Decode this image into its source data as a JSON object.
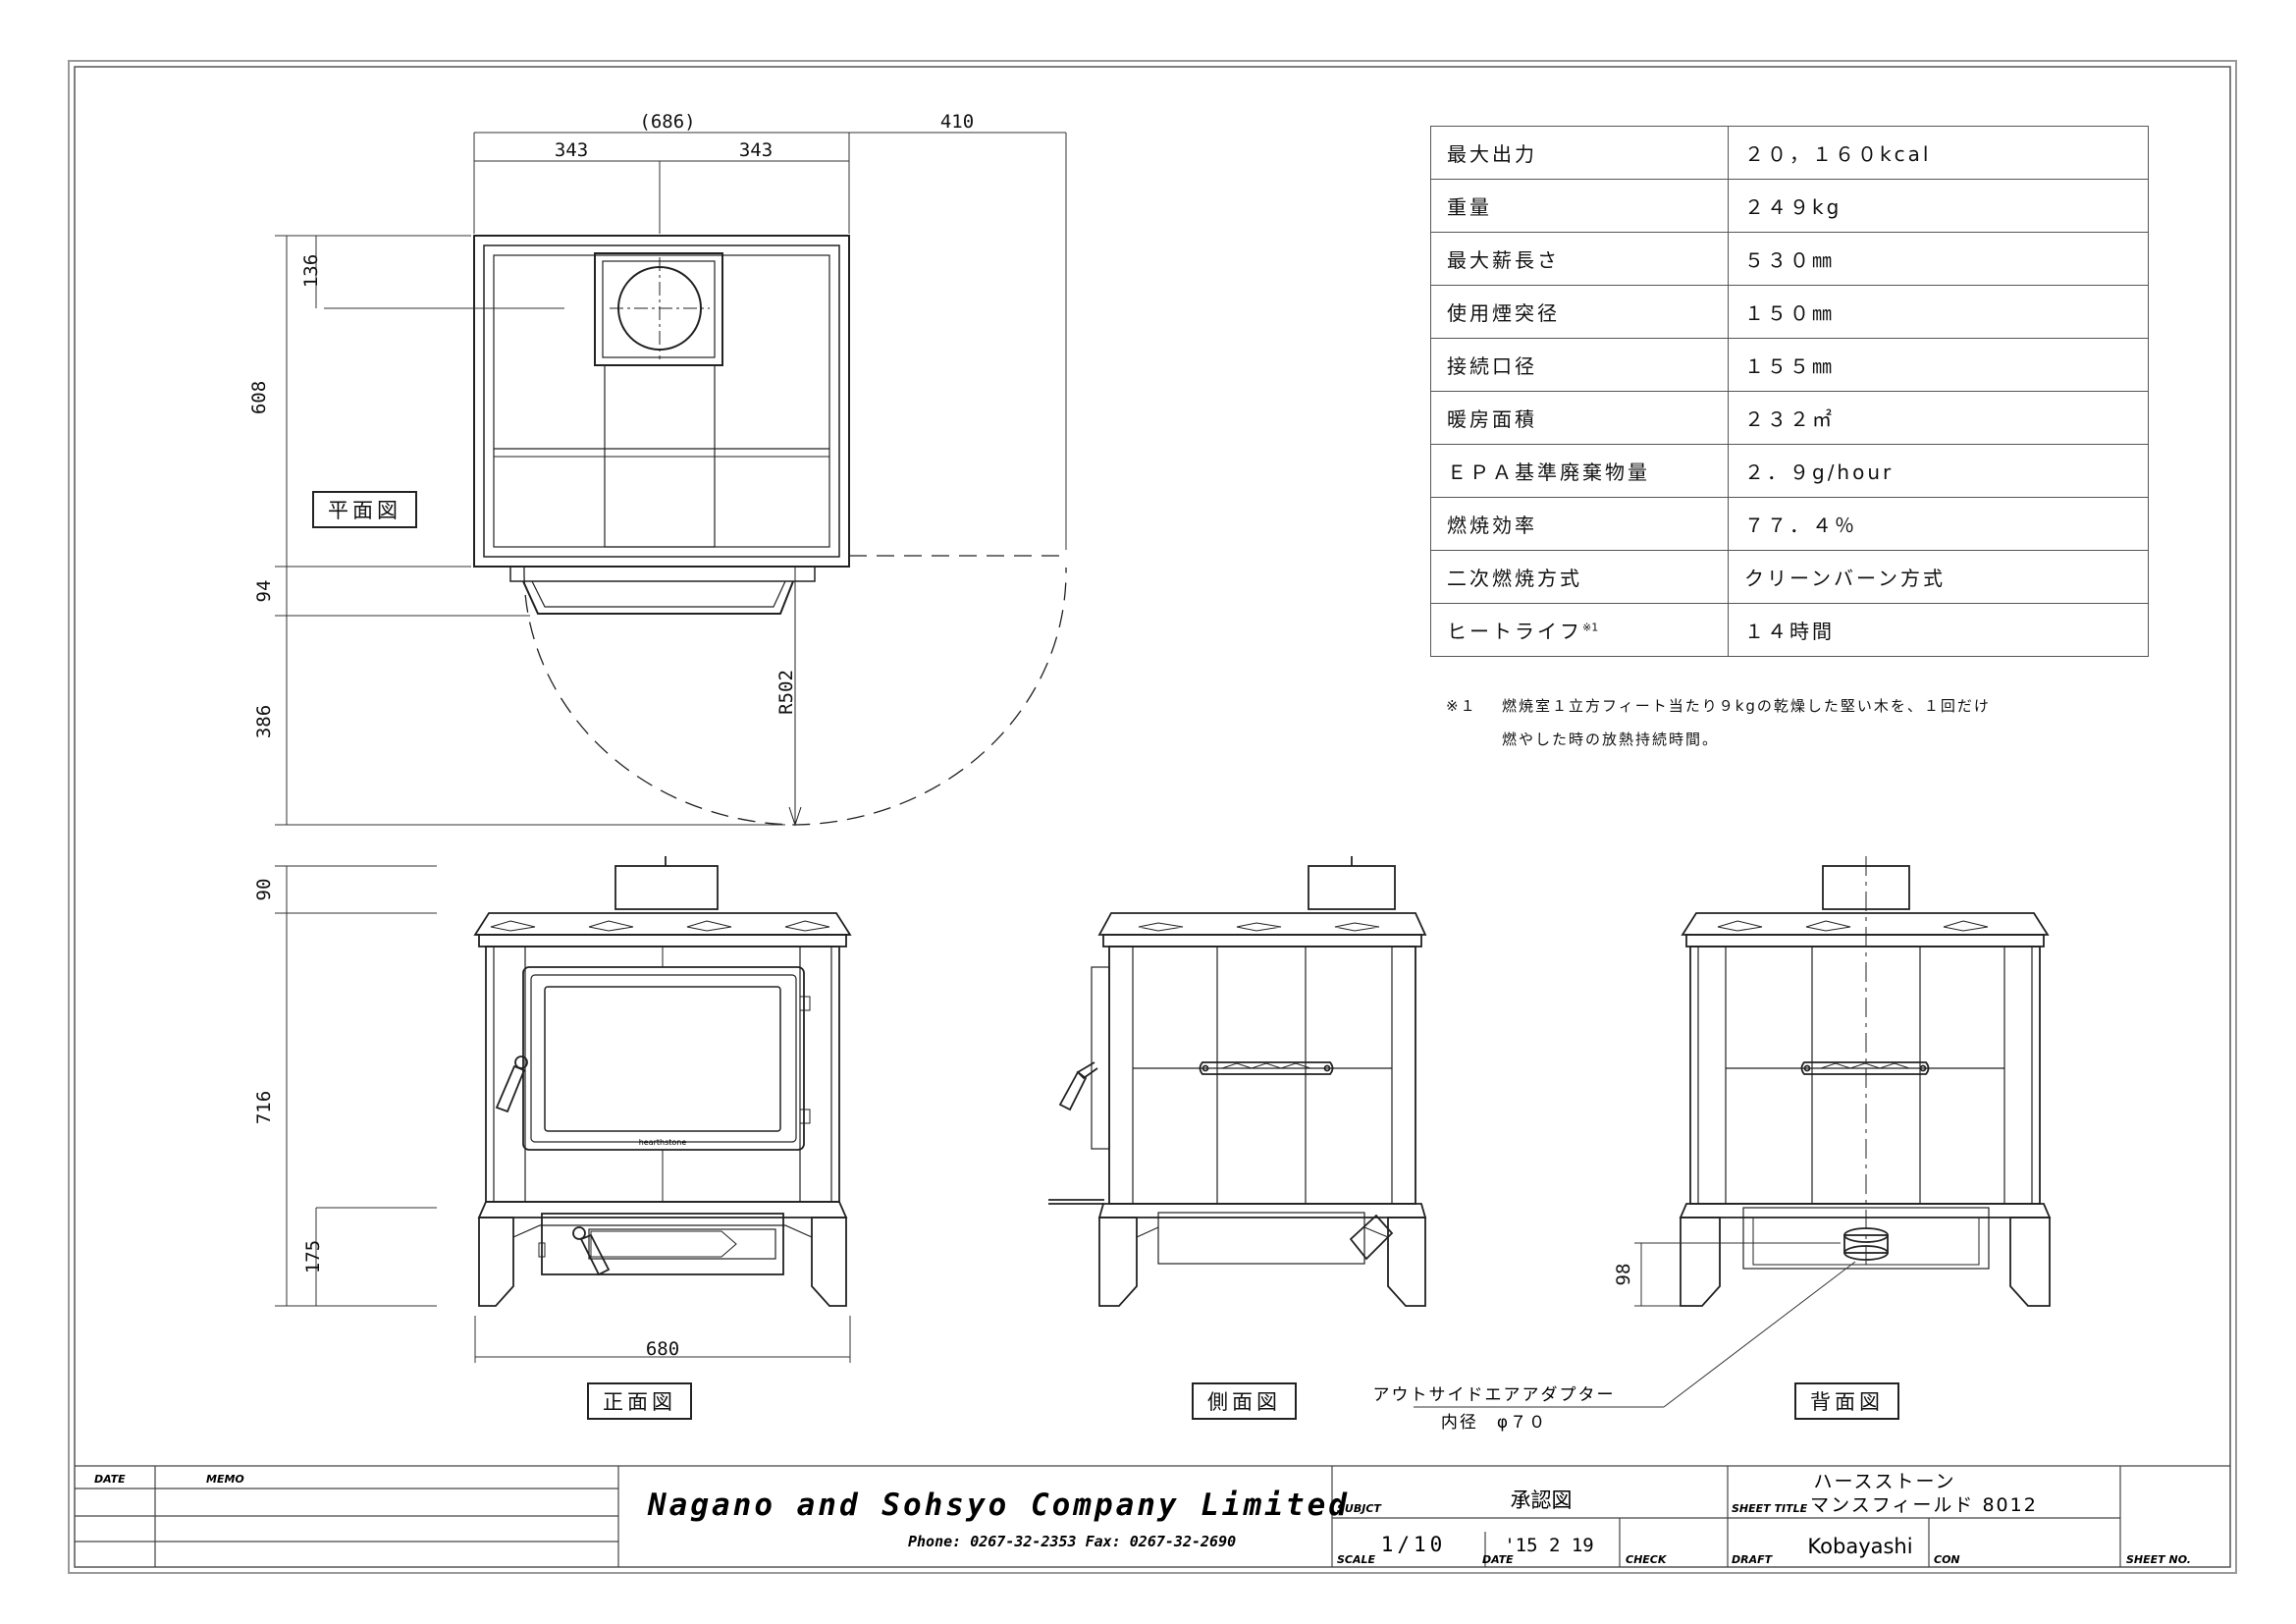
{
  "views": {
    "plan_label": "平面図",
    "front_label": "正面図",
    "side_label": "側面図",
    "back_label": "背面図"
  },
  "dimensions": {
    "total_width": "(686)",
    "half_left": "343",
    "half_right": "343",
    "clearance": "410",
    "flue_offset": "136",
    "depth": "608",
    "handle_depth": "94",
    "door_swing": "386",
    "radius": "R502",
    "stack_height": "90",
    "body_height": "716",
    "leg_height": "175",
    "front_width": "680",
    "adapter_height": "98"
  },
  "adapter_note": {
    "line1": "アウトサイドエアアダプター",
    "line2": "内径　φ７０"
  },
  "specs": [
    {
      "key": "最大出力",
      "value": "２０，１６０kcal"
    },
    {
      "key": "重量",
      "value": "２４９kg"
    },
    {
      "key": "最大薪長さ",
      "value": "５３０㎜"
    },
    {
      "key": "使用煙突径",
      "value": "１５０㎜"
    },
    {
      "key": "接続口径",
      "value": "１５５㎜"
    },
    {
      "key": "暖房面積",
      "value": "２３２㎡"
    },
    {
      "key": "ＥＰＡ基準廃棄物量",
      "value": "２．９g/hour"
    },
    {
      "key": "燃焼効率",
      "value": "７７．４％"
    },
    {
      "key": "二次燃焼方式",
      "value": "クリーンバーン方式"
    },
    {
      "key": "ヒートライフ",
      "value": "１４時間",
      "sup": "※1"
    }
  ],
  "footnote": {
    "mark": "※１",
    "line1": "燃焼室１立方フィート当たり９kgの乾燥した堅い木を、１回だけ",
    "line2": "燃やした時の放熱持続時間。"
  },
  "title_block": {
    "date_label": "DATE",
    "memo_label": "MEMO",
    "company": "Nagano and Sohsyo Company Limited",
    "contact": "Phone: 0267-32-2353   Fax: 0267-32-2690",
    "subject_label": "SUBJCT",
    "subject": "承認図",
    "sheet_title_label": "SHEET TITLE",
    "sheet_title_1": "ハースストーン",
    "sheet_title_2": "マンスフィールド 8012",
    "scale_label": "SCALE",
    "scale": "1/10",
    "date2_label": "DATE",
    "date_value": "'15  2  19",
    "check_label": "CHECK",
    "draft_label": "DRAFT",
    "draft": "Kobayashi",
    "con_label": "CON",
    "sheet_no_label": "SHEET NO."
  },
  "brand_mark": "hearthstone"
}
